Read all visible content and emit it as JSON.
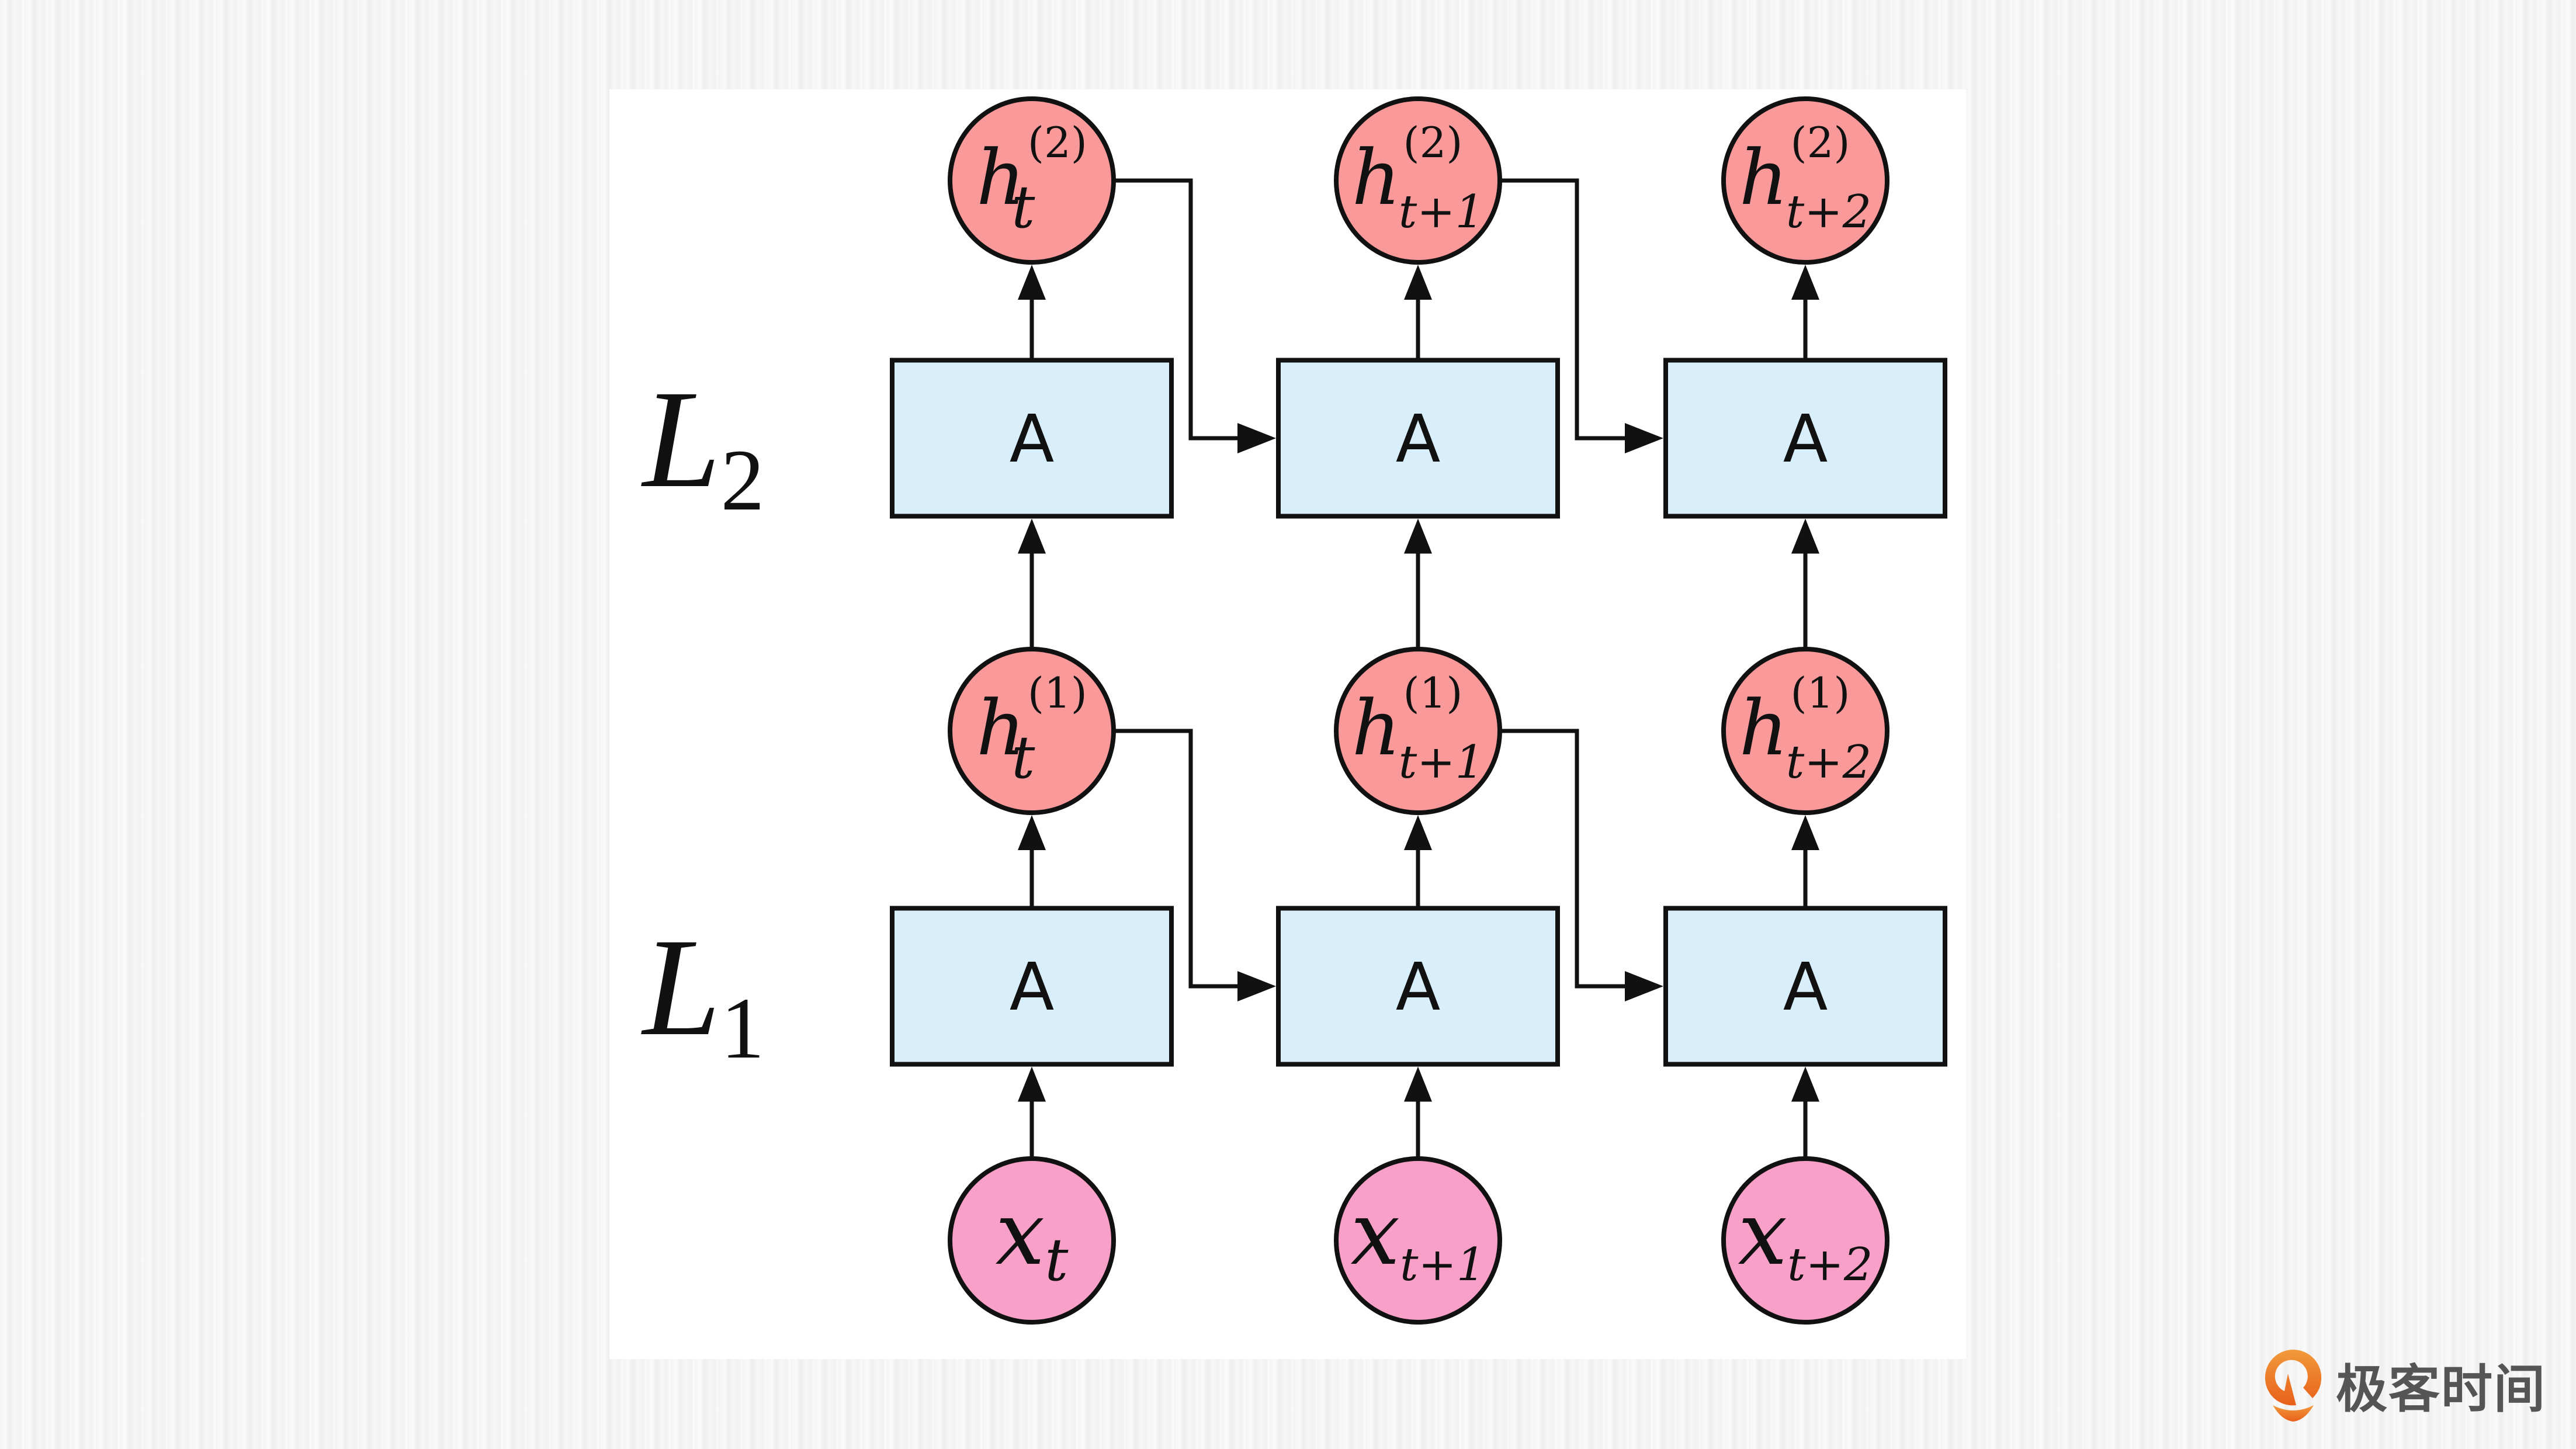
{
  "diagram": {
    "type": "stacked-rnn",
    "layers": [
      {
        "label": "L",
        "subscript": "2"
      },
      {
        "label": "L",
        "subscript": "1"
      }
    ],
    "cell_label": "A",
    "columns": [
      {
        "h2": {
          "base": "h",
          "sup": "(2)",
          "sub": "t"
        },
        "h1": {
          "base": "h",
          "sup": "(1)",
          "sub": "t"
        },
        "x": {
          "base": "x",
          "sub": "t"
        }
      },
      {
        "h2": {
          "base": "h",
          "sup": "(2)",
          "sub": "t+1"
        },
        "h1": {
          "base": "h",
          "sup": "(1)",
          "sub": "t+1"
        },
        "x": {
          "base": "x",
          "sub": "t+1"
        }
      },
      {
        "h2": {
          "base": "h",
          "sup": "(2)",
          "sub": "t+2"
        },
        "h1": {
          "base": "h",
          "sup": "(1)",
          "sub": "t+2"
        },
        "x": {
          "base": "x",
          "sub": "t+2"
        }
      }
    ],
    "colors": {
      "hidden_node": "#f9999a",
      "input_node": "#f9a0c8",
      "cell_fill": "#d8eefb",
      "stroke": "#111111"
    }
  },
  "brand": {
    "logo": "geektime-logo-icon",
    "name": "极客时间",
    "color": "#ec6c1c"
  }
}
